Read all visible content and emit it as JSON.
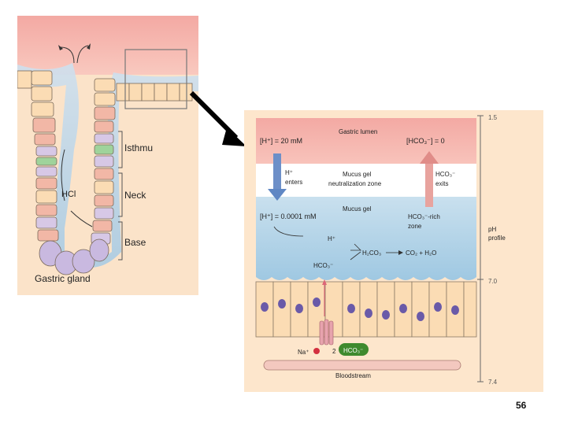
{
  "gland": {
    "labels": {
      "isthmus": "Isthmu",
      "neck": "Neck",
      "base": "Base",
      "hcl": "HCl",
      "title": "Gastric gland"
    }
  },
  "mucosa": {
    "gastric_lumen": "Gastric lumen",
    "h_lumen": "[H⁺] = 20 mM",
    "hco3_lumen": "[HCO₃⁻] = 0",
    "h_enters_1": "H⁺",
    "h_enters_2": "enters",
    "zone_1": "Mucus gel",
    "zone_2": "neutralization zone",
    "hco3_exits_1": "HCO₃⁻",
    "hco3_exits_2": "exits",
    "mucus_gel": "Mucus gel",
    "h_gel": "[H⁺] = 0.0001 mM",
    "hco3_rich_1": "HCO₃⁻-rich",
    "hco3_rich_2": "zone",
    "h_plus": "H⁺",
    "hco3": "HCO₃⁻",
    "h2co3": "H₂CO₃",
    "products": "CO₂ + H₂O",
    "na": "Na⁺",
    "two": "2",
    "hco3_pill": "HCO₃⁻",
    "bloodstream": "Bloodstream"
  },
  "ph_scale": {
    "top": "1.5",
    "mid": "7.0",
    "bottom": "7.4",
    "label_1": "pH",
    "label_2": "profile"
  },
  "slide_number": "56",
  "colors": {
    "lumen": "#f6b4ae",
    "mucus": "#b9d9ea",
    "tissue": "#fde6cc",
    "cell_fill": "#fbdcb4",
    "nucleus": "#6a5aa8",
    "hco3_pill": "#3f8a2e",
    "arrow_h": "#5f87c4",
    "arrow_hco3": "#e08c88"
  }
}
